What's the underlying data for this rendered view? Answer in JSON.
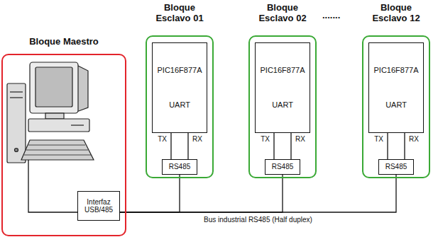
{
  "diagram": {
    "nodes": [
      {
        "text": [
          "Bloque Maestro"
        ]
      },
      {
        "text": [
          "Interfaz USB/485"
        ],
        "in": 0
      },
      {
        "text": [
          "Bloque Esclavo 01"
        ]
      },
      {
        "text": [
          "PIC16F877A",
          "UART"
        ],
        "in": 2
      },
      {
        "text": [
          "RS485"
        ],
        "in": 2
      },
      {
        "text": [
          "Bloque Esclavo 02"
        ]
      },
      {
        "text": [
          "PIC16F877A",
          "UART"
        ],
        "in": 5
      },
      {
        "text": [
          "RS485"
        ],
        "in": 5
      },
      {
        "text": [
          "Bloque Esclavo 12"
        ]
      },
      {
        "text": [
          "PIC16F877A",
          "UART"
        ],
        "in": 8
      },
      {
        "text": [
          "RS485"
        ],
        "in": 8
      }
    ],
    "edges": [
      {
        "from": 3,
        "to": 4,
        "label": "TX",
        "arrow": "none"
      },
      {
        "from": 3,
        "to": 4,
        "label": "RX",
        "arrow": "none"
      },
      {
        "from": 6,
        "to": 7,
        "label": "TX",
        "arrow": "none"
      },
      {
        "from": 6,
        "to": 7,
        "label": "RX",
        "arrow": "none"
      },
      {
        "from": 9,
        "to": 10,
        "label": "TX",
        "arrow": "none"
      },
      {
        "from": 9,
        "to": 10,
        "label": "RX",
        "arrow": "none"
      },
      {
        "from": 1,
        "to": 4,
        "arrow": "none"
      },
      {
        "from": 1,
        "to": 7,
        "arrow": "none"
      },
      {
        "from": 1,
        "to": 10,
        "label": "Bus industrial RS485 (Half duplex)",
        "arrow": "none"
      }
    ],
    "labels": [
      "......."
    ]
  }
}
